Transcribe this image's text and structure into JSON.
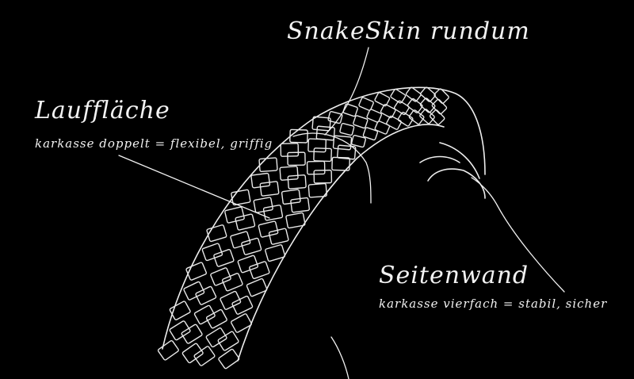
{
  "annotations": {
    "snakeskin": "SnakeSkin rundum",
    "tread_title": "Lauffläche",
    "tread_note": "karkasse doppelt = flexibel, griffig",
    "sidewall_title": "Seitenwand",
    "sidewall_note": "karkasse vierfach = stabil, sicher"
  },
  "colors": {
    "background": "#000000",
    "line": "#f2f2f2"
  }
}
